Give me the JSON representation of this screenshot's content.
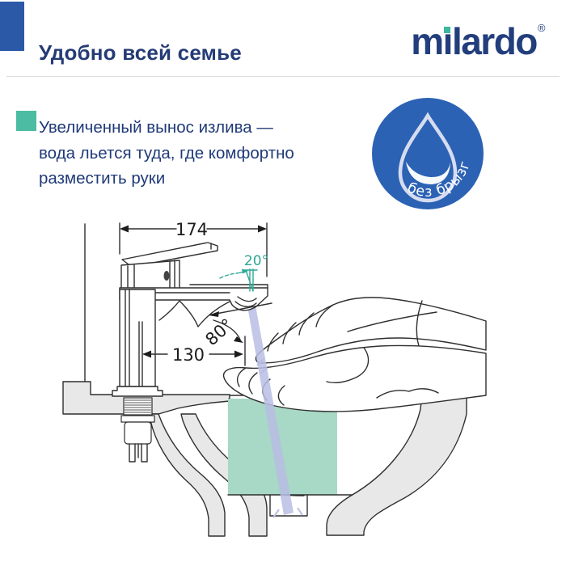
{
  "header": {
    "title": "Удобно всей семье"
  },
  "logo": {
    "text": "milardo",
    "part_m": "m",
    "part_i_stem": "ı",
    "part_rest": "lardo",
    "reg": "®"
  },
  "feature": {
    "text": "Увеличенный вынос излива — вода льется туда, где комфортно разместить руки",
    "lines": [
      "Увеличенный вынос излива —",
      "вода льется туда, где комфортно",
      "разместить руки"
    ]
  },
  "badge": {
    "label": "без брызг",
    "icon": "water-drop-icon"
  },
  "diagram": {
    "dim_width": "174",
    "dim_reach": "130",
    "angle_spout": "20°",
    "angle_stream": "80°"
  },
  "colors": {
    "accent_blue": "#2b59a7",
    "accent_teal": "#4cbca2",
    "navy_text": "#1f3a78",
    "logo_navy": "#223e7c",
    "badge_blue": "#2c62b4",
    "stream_lavender": "#b8bde4",
    "water_teal": "#a8d8c6",
    "drawing_gray": "#e7e8e7"
  }
}
